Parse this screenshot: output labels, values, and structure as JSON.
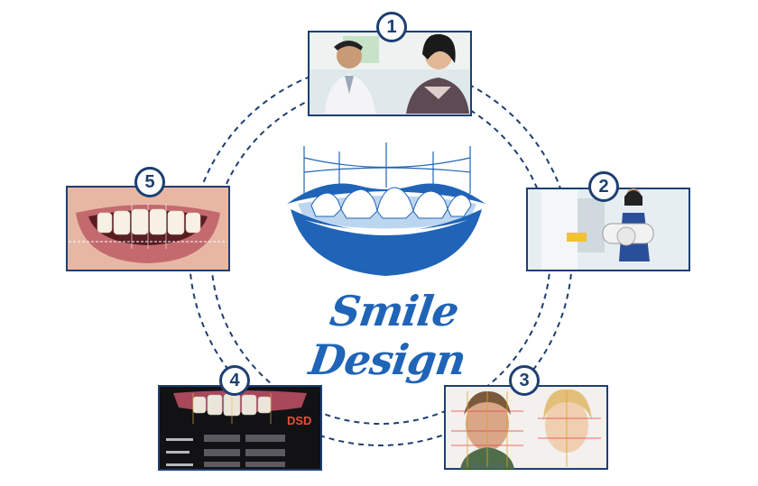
{
  "title": "Smile Design",
  "colors": {
    "navy": "#1d3f72",
    "blue": "#1f64b7",
    "light_blue": "#bcd6f0"
  },
  "steps": [
    {
      "number": "1",
      "image": "consultation-photo"
    },
    {
      "number": "2",
      "image": "xray-scan-photo"
    },
    {
      "number": "3",
      "image": "facial-analysis-photo"
    },
    {
      "number": "4",
      "image": "digital-smile-design-software"
    },
    {
      "number": "5",
      "image": "smile-closeup-photo"
    }
  ],
  "dsd_logo": "DSD"
}
